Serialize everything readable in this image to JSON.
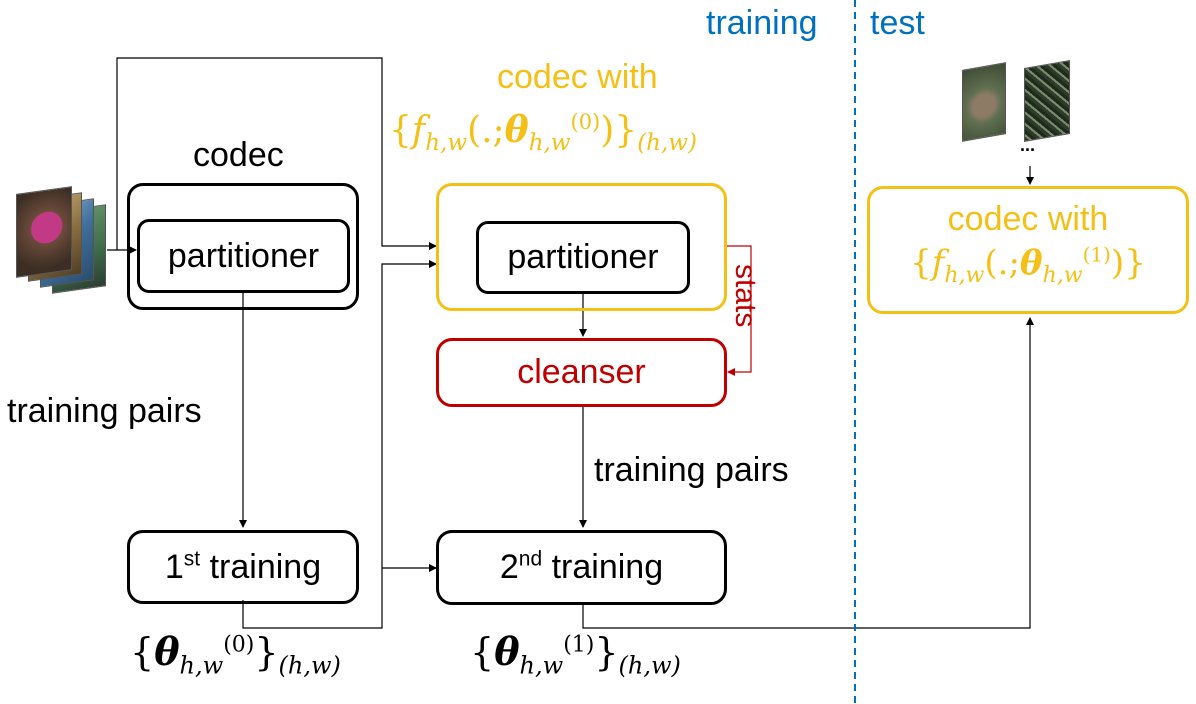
{
  "header": {
    "training_label": "training",
    "test_label": "test"
  },
  "left": {
    "codec_title": "codec",
    "partitioner_label": "partitioner",
    "training_pairs_label": "training pairs",
    "training1_num": "1",
    "training1_sup": "st",
    "training1_word": " training"
  },
  "middle": {
    "codec_with_label": "codec with",
    "partitioner_label": "partitioner",
    "stats_label": "stats",
    "cleanser_label": "cleanser",
    "training_pairs_label": "training pairs",
    "training2_num": "2",
    "training2_sup": "nd",
    "training2_word": " training"
  },
  "right": {
    "codec_with_label": "codec with",
    "ellipsis": "..."
  },
  "math": {
    "f": "f",
    "hw": "h,w",
    "arg": ".;",
    "theta": "θ",
    "iter0": "(0)",
    "iter1": "(1)",
    "index": "(h,w)",
    "lbrace": "{",
    "rbrace": "}",
    "lparen": "(",
    "rparen": ")"
  },
  "colors": {
    "black": "#000000",
    "yellow": "#f5c016",
    "red": "#c00000",
    "blue": "#0070c0"
  }
}
